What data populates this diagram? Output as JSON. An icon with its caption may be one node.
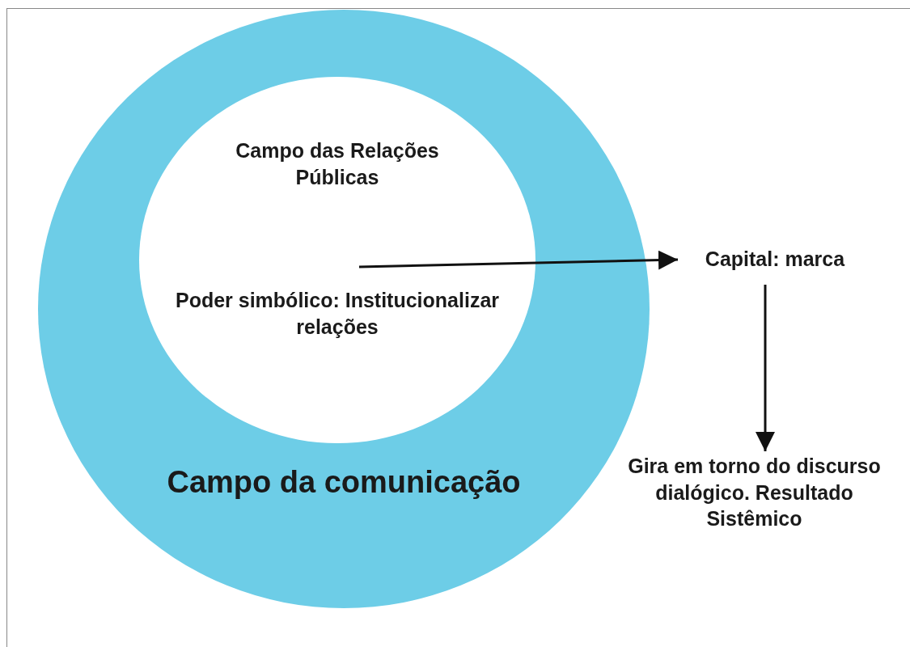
{
  "diagram": {
    "nodes": [
      {
        "text": [
          "Campo da comunicação"
        ]
      },
      {
        "text": [
          "Campo das Relações Públicas",
          "Poder simbólico: Institucionalizar relações"
        ],
        "in": 0
      },
      {
        "text": [
          "Capital: marca"
        ]
      },
      {
        "text": [
          "Gira em torno do discurso dialógico. Resultado Sistêmico"
        ]
      }
    ],
    "edges": [
      {
        "from": 1,
        "to": 2,
        "arrow": "to"
      },
      {
        "from": 2,
        "to": 3,
        "arrow": "to"
      }
    ]
  }
}
